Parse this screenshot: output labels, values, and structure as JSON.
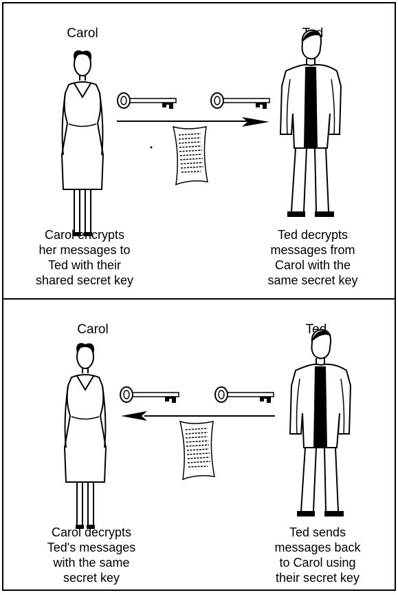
{
  "top_panel": {
    "sender_name": "Carol",
    "receiver_name": "Ted",
    "sender_caption": [
      "Carol encrypts",
      "her messages to",
      "Ted with their",
      "shared secret key"
    ],
    "receiver_caption": [
      "Ted decrypts",
      "messages from",
      "Carol with the",
      "same secret key"
    ],
    "arrow_direction": "right"
  },
  "bottom_panel": {
    "left_name": "Carol",
    "right_name": "Ted",
    "left_caption": [
      "Carol decrypts",
      "Ted's messages",
      "with the same",
      "secret key"
    ],
    "right_caption": [
      "Ted sends",
      "messages back",
      "to Carol using",
      "their secret key"
    ],
    "arrow_direction": "left"
  },
  "icons": [
    "woman-figure-icon",
    "man-figure-icon",
    "key-icon",
    "document-icon",
    "arrow-icon"
  ]
}
